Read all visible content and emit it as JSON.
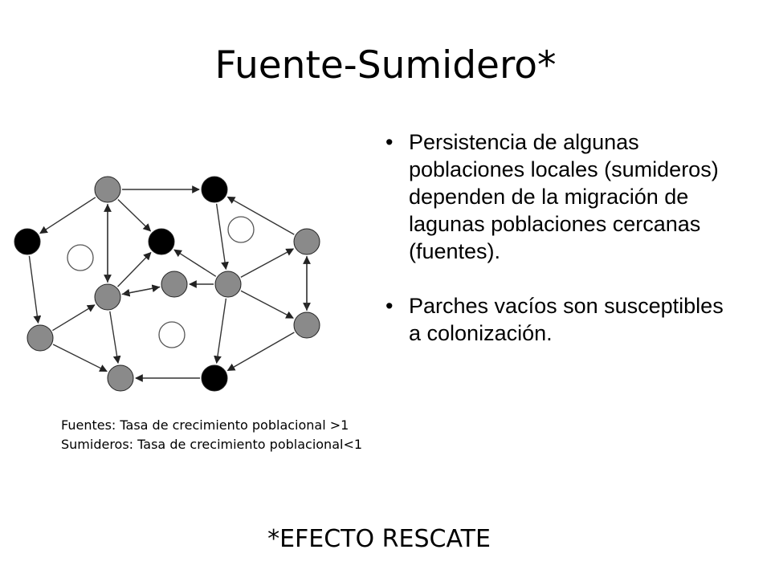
{
  "slide": {
    "title": "Fuente-Sumidero*",
    "bullets": [
      "Persistencia de algunas poblaciones locales (sumideros) dependen de la migración de lagunas poblaciones cercanas (fuentes).",
      "Parches vacíos son susceptibles a colonización."
    ],
    "bullet_glyph": "•",
    "definitions": [
      "Fuentes: Tasa de crecimiento poblacional >1",
      "Sumideros: Tasa de crecimiento poblacional<1"
    ],
    "footer": "*EFECTO RESCATE"
  },
  "colors": {
    "grey_node": "#8a8a8a",
    "black_node": "#000000",
    "empty_node": "#ffffff",
    "arrow": "#333333"
  }
}
